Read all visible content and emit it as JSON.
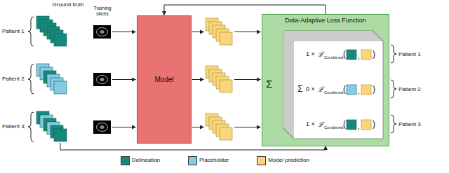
{
  "diagram": {
    "nodes": [
      {
        "text": [
          "Model"
        ]
      },
      {
        "text": [
          "Data-Adaptive Loss Function"
        ]
      }
    ],
    "edges": [
      {
        "from": 1,
        "to": 0,
        "arrow": "to"
      }
    ],
    "labels": [
      "Ground truth",
      "Training slices",
      "Patient 1",
      "Patient 2",
      "Patient 3",
      "Σ",
      "Σ",
      "1 ×",
      "ℒ",
      "Combined",
      "(",
      ",",
      ")",
      "0 ×",
      "ℒ",
      "Combined",
      "(",
      ",",
      ")",
      "1 ×",
      "ℒ",
      "Combined",
      "(",
      ",",
      ")",
      "Patient 1",
      "Patient 2",
      "Patient 3"
    ],
    "legend": [
      {
        "text": "Delineation",
        "color": "#17897a"
      },
      {
        "text": "Placeholder",
        "color": "#86cbe6"
      },
      {
        "text": "Model prediction",
        "color": "#f9d67c"
      }
    ]
  }
}
